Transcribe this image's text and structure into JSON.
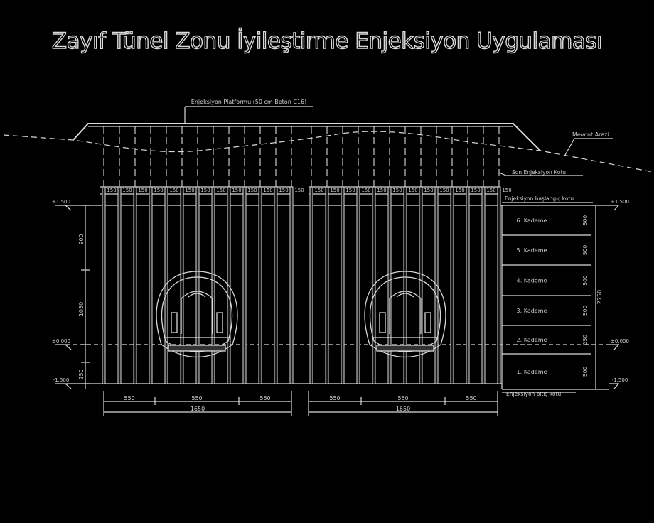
{
  "title": "Zayıf Tünel Zonu İyileştirme Enjeksiyon Uygulaması",
  "labels": {
    "platform": "Enjeksiyon Platformu (50 cm Beton C16)",
    "ground": "Mevcut Arazi",
    "injection_end": "Son Enjeksiyon Kotu",
    "injection_start": "Enjeksiyon başlangıç kotu",
    "injection_bottom": "Enjeksiyon bitiş kotu"
  },
  "stages": [
    "6. Kademe",
    "5. Kademe",
    "4. Kademe",
    "3. Kademe",
    "2. Kademe",
    "1. Kademe"
  ],
  "stage_dims": [
    "500",
    "500",
    "500",
    "500",
    "250",
    "500"
  ],
  "total_depth": "2750",
  "elevations": {
    "top_left": "+1.500",
    "top_right": "+1.500",
    "mid_left": "±0.000",
    "mid_right": "±0.000",
    "bottom_left": "-1.500",
    "bottom_right": "-1.500"
  },
  "left_vertical_dims": [
    "900",
    "1050",
    "250"
  ],
  "bottom_dims": {
    "left": [
      "550",
      "550",
      "550"
    ],
    "left_total": "1650",
    "right": [
      "550",
      "550",
      "550"
    ],
    "right_total": "1650"
  },
  "spacing_label": "150",
  "colors": {
    "background": "#000000",
    "lines": "#d9d9d9",
    "dim": "#bdbdbd"
  }
}
